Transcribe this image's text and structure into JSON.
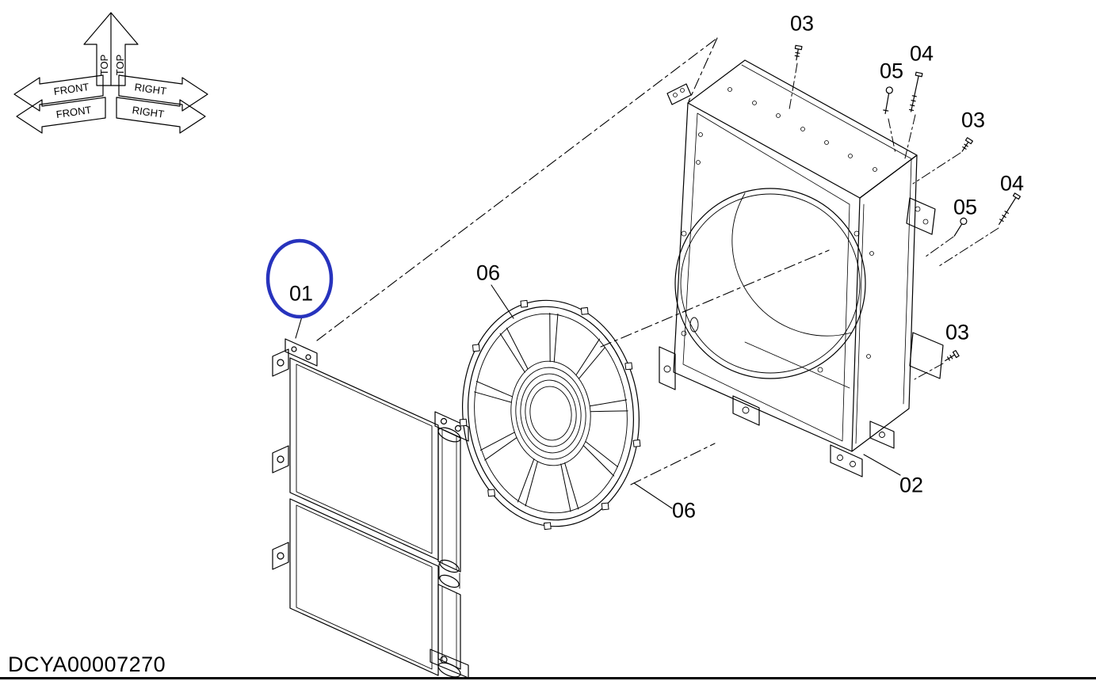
{
  "document": {
    "drawing_number": "DCYA00007270"
  },
  "orientation": {
    "front": "FRONT",
    "top": "TOP",
    "right": "RIGHT"
  },
  "callouts": {
    "part01": "01",
    "part02": "02",
    "part03": "03",
    "part04": "04",
    "part05": "05",
    "part06": "06"
  },
  "colors": {
    "highlight_circle": "#2733bd",
    "line": "#000000",
    "background": "#ffffff"
  }
}
